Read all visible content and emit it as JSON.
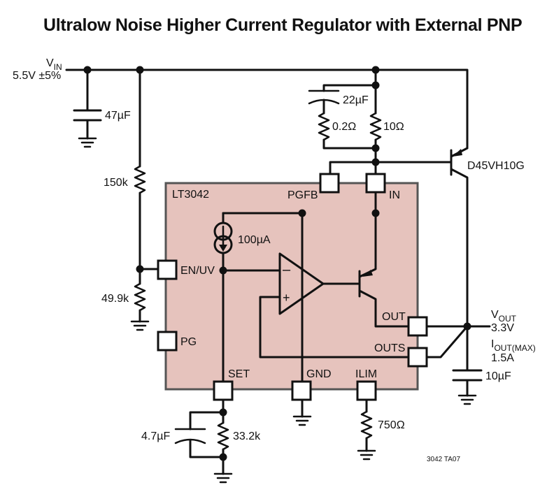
{
  "title": "Ultralow Noise Higher Current Regulator with External PNP",
  "input": {
    "name": "V",
    "sub": "IN",
    "value": "5.5V ±5%"
  },
  "output": {
    "name": "V",
    "sub": "OUT",
    "voltage": "3.3V",
    "imax_name": "I",
    "imax_sub": "OUT(MAX)",
    "imax_value": "1.5A"
  },
  "ic": {
    "name": "LT3042"
  },
  "pins": {
    "pgfb": "PGFB",
    "in": "IN",
    "en_uv": "EN/UV",
    "pg": "PG",
    "out": "OUT",
    "outs": "OUTS",
    "set": "SET",
    "gnd": "GND",
    "ilim": "ILIM"
  },
  "amp": {
    "minus": "–",
    "plus": "+"
  },
  "components": {
    "c_in": "47µF",
    "c_22": "22µF",
    "r_02": "0.2Ω",
    "r_10": "10Ω",
    "r_150k": "150k",
    "r_49k9": "49.9k",
    "i_set": "100µA",
    "transistor": "D45VH10G",
    "c_out": "10µF",
    "c_set": "4.7µF",
    "r_set": "33.2k",
    "r_ilim": "750Ω"
  },
  "footer": "3042 TA07"
}
